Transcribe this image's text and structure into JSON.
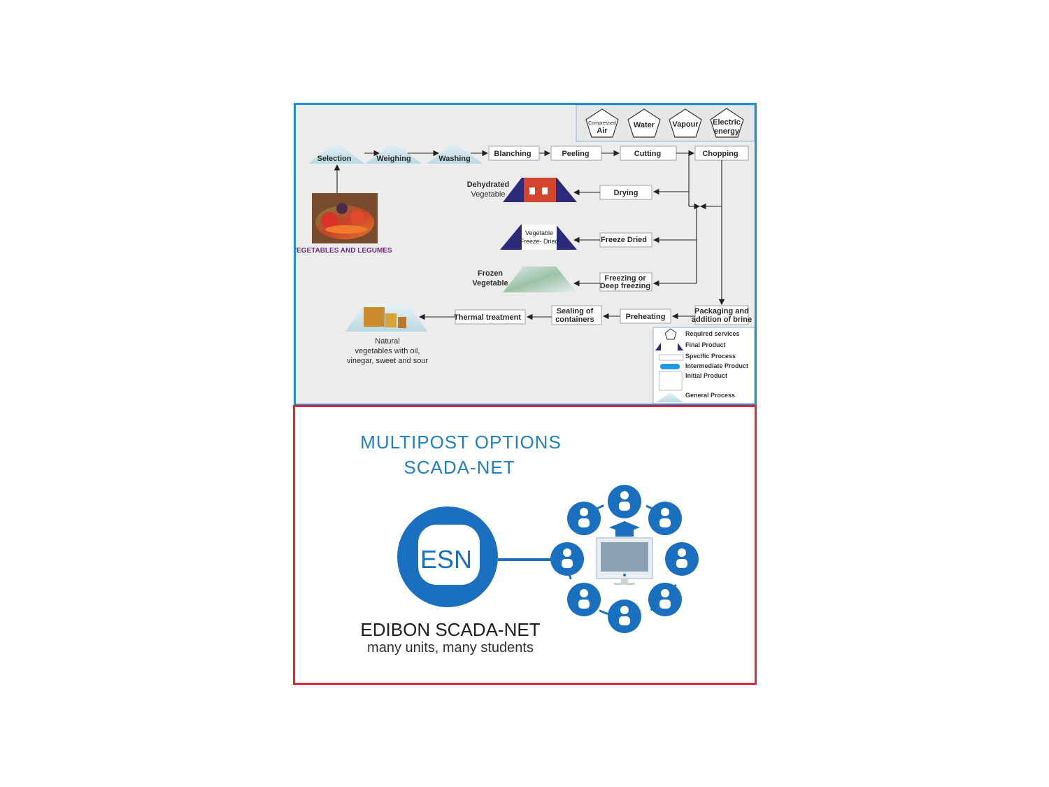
{
  "services": [
    {
      "id": "air",
      "line1": "Compressed",
      "line2": "Air"
    },
    {
      "id": "water",
      "line1": "Water",
      "line2": ""
    },
    {
      "id": "vapour",
      "line1": "Vapour",
      "line2": ""
    },
    {
      "id": "electric",
      "line1": "Electric",
      "line2": "energy"
    }
  ],
  "general_process": [
    "Selection",
    "Weighing",
    "Washing"
  ],
  "specific_process": [
    "Blanching",
    "Peeling",
    "Cutting",
    "Chopping"
  ],
  "drying": "Drying",
  "freeze_dried": "Freeze Dried",
  "freezing": {
    "line1": "Freezing or",
    "line2": "Deep freezing"
  },
  "packaging": {
    "line1": "Packaging and",
    "line2": "addition of brine"
  },
  "preheating": "Preheating",
  "sealing": {
    "line1": "Sealing of",
    "line2": "containers"
  },
  "thermal": "Thermal treatment",
  "initial_product": "VEGETABLES AND LEGUMES",
  "products": {
    "dehydrated": {
      "line1": "Dehydrated",
      "line2": "Vegetable"
    },
    "freeze_dried": {
      "line1": "Vegetable",
      "line2": "Freeze- Dried"
    },
    "frozen": {
      "line1": "Frozen",
      "line2": "Vegetable"
    },
    "natural": {
      "line1": "Natural",
      "line2": "vegetables with oil,",
      "line3": "vinegar, sweet and sour"
    }
  },
  "legend": {
    "required": "Required services",
    "final": "Final Product",
    "specific": "Specific Process",
    "intermediate": "Intermediate Product",
    "initial": "Initial Product",
    "general": "General Process"
  },
  "scada": {
    "title_line1": "MULTIPOST OPTIONS",
    "title_line2": "SCADA-NET",
    "logo": "ESN",
    "brand": "EDIBON SCADA-NET",
    "tagline": "many units, many students"
  },
  "colors": {
    "panel_blue": "#1f8fd6",
    "panel_red": "#e3262f",
    "esn_blue": "#1b6fbf",
    "final_product_navy": "#2c2a7a",
    "intermediate_blue": "#1e9be0"
  }
}
